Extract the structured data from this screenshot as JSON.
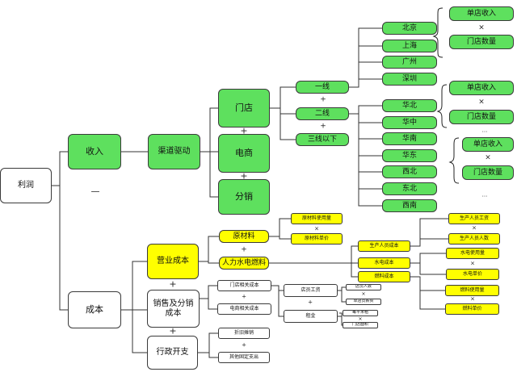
{
  "nodes": {
    "profit": "利润",
    "revenue": "收入",
    "cost": "成本",
    "channel_driver": "渠道驱动",
    "store": "门店",
    "ecommerce": "电商",
    "distribution": "分销",
    "tier1": "一线",
    "tier2": "二线",
    "tier3_below": "三线以下",
    "beijing": "北京",
    "shanghai": "上海",
    "guangzhou": "广州",
    "shenzhen": "深圳",
    "north_china": "华北",
    "central_china": "华中",
    "south_china": "华南",
    "east_china": "华东",
    "northwest": "西北",
    "northeast": "东北",
    "southwest": "西南",
    "single_store_revenue": "单店收入",
    "store_count": "门店数量",
    "operating_cost": "营业成本",
    "sales_admin_cost": "销售及分销成本",
    "admin_expense": "行政开支",
    "raw_material": "原材料",
    "labor_utilities": "人力水电燃料",
    "raw_material_usage": "原材料使用量",
    "raw_material_price": "原材料单价",
    "production_staff_cost": "生产人员成本",
    "utilities_cost": "水电成本",
    "fuel_cost": "燃料成本",
    "production_staff_wage": "生产人员工资",
    "production_staff_count": "生产人员人数",
    "utilities_usage": "水电使用量",
    "utilities_price": "水电单价",
    "fuel_usage": "燃料使用量",
    "fuel_price": "燃料单价",
    "store_related_cost": "门店相关成本",
    "ecommerce_related_cost": "电商相关成本",
    "store_staff_wage": "店员工资",
    "rent": "租金",
    "staff_count": "店员人数",
    "per_capita_salary": "单店员薪资",
    "per_sqm_rent": "每平米租",
    "store_area": "门店面积",
    "depreciation": "折旧摊销",
    "other_fixed": "其他固定支出"
  },
  "symbols": {
    "minus": "—",
    "plus": "+",
    "times": "×",
    "ellipsis": "..."
  }
}
